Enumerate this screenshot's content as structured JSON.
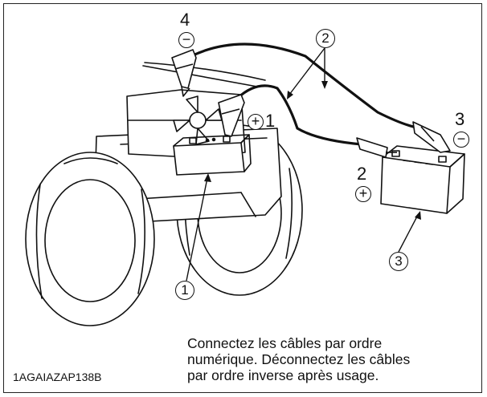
{
  "labels": {
    "step1": "1",
    "step2": "2",
    "step3": "3",
    "step4": "4",
    "plus": "+",
    "minus": "−"
  },
  "refs": {
    "cable": "2",
    "tractor_battery": "1",
    "booster_battery": "3"
  },
  "caption": {
    "line1": "Connectez les câbles par ordre",
    "line2": "numérique. Déconnectez les câbles",
    "line3": "par ordre inverse après usage."
  },
  "figure_code": "1AGAIAZAP138B"
}
